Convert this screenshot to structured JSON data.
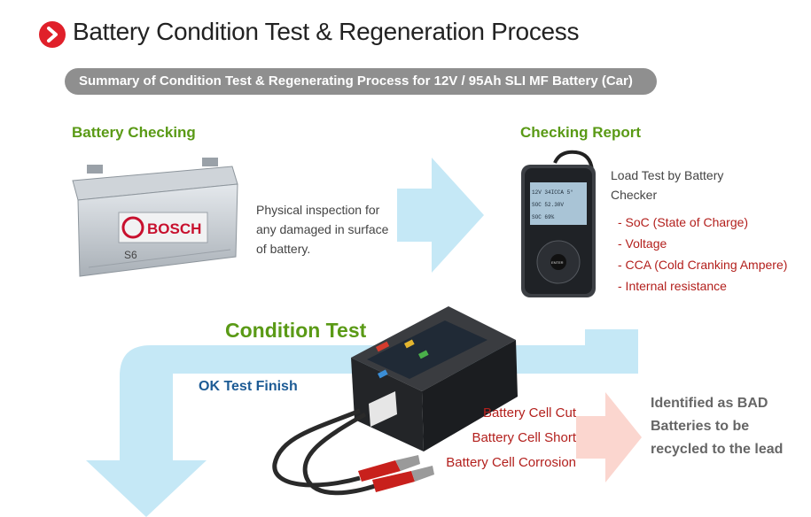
{
  "title": "Battery Condition Test & Regeneration Process",
  "summary": "Summary of Condition Test & Regenerating Process for 12V / 95Ah SLI MF Battery (Car)",
  "battery_checking": {
    "heading": "Battery Checking",
    "description": "Physical inspection for any damaged in surface of battery.",
    "battery_brand": "BOSCH",
    "battery_model": "S6"
  },
  "checking_report": {
    "heading": "Checking Report",
    "description": "Load Test by Battery Checker",
    "metrics": [
      "- SoC (State of Charge)",
      "- Voltage",
      "- CCA (Cold Cranking Ampere)",
      "- Internal resistance"
    ],
    "checker_screen": [
      "12V  34ICCA  5°",
      "SOC  52.30V",
      "SOC         69%"
    ],
    "checker_button": "ENTER"
  },
  "condition_test": {
    "heading": "Condition Test",
    "ok_label": "OK Test Finish",
    "faults": [
      "Battery Cell Cut",
      "Battery Cell Short",
      "Battery Cell Corrosion"
    ],
    "bad_result": "Identified as BAD Batteries to be recycled to the lead"
  },
  "colors": {
    "accent_red": "#e0202a",
    "heading_green": "#5a9a16",
    "ok_blue": "#1d5b95",
    "fault_red": "#b3201d",
    "flow_arrow": "#c5e8f6",
    "bad_arrow": "#fbd6cf",
    "pill_grey": "#8f8f8f"
  }
}
